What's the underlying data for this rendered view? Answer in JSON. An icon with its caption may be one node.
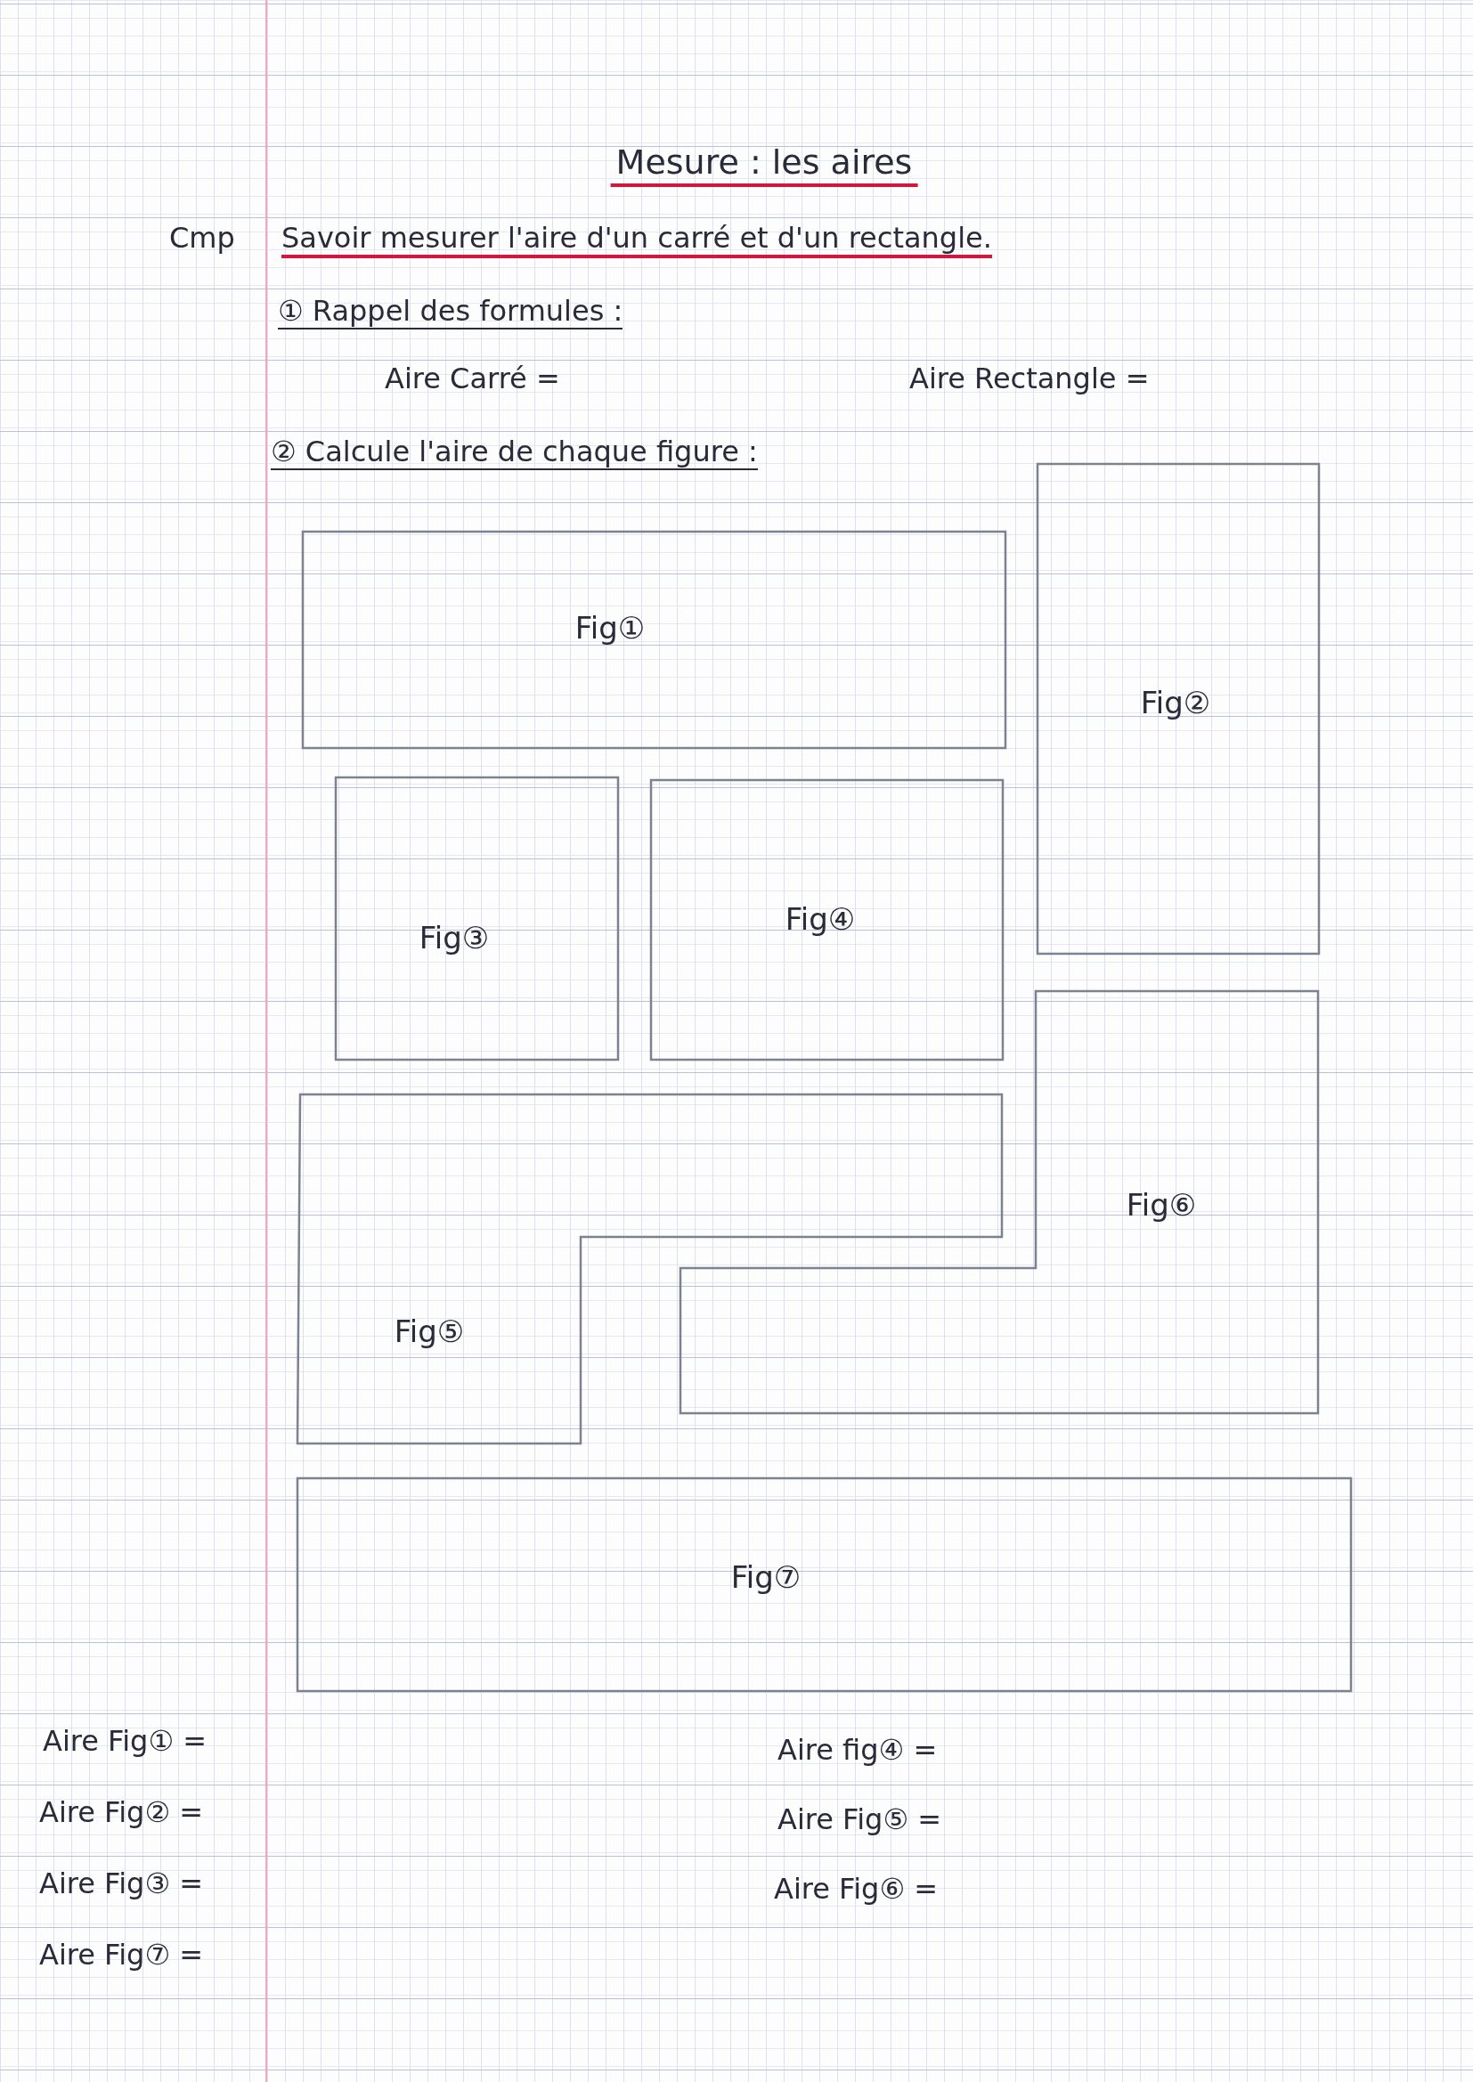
{
  "diagram": {
    "title": "Mesure : les aires",
    "nodes": [
      {
        "text": [
          "Fig①"
        ]
      },
      {
        "text": [
          "Fig②"
        ]
      },
      {
        "text": [
          "Fig③"
        ]
      },
      {
        "text": [
          "Fig④"
        ]
      },
      {
        "text": [
          "Fig⑤"
        ]
      },
      {
        "text": [
          "Fig⑥"
        ]
      },
      {
        "text": [
          "Fig⑦"
        ]
      }
    ],
    "labels": [
      "Cmp",
      "Savoir mesurer l'aire d'un carré et d'un rectangle.",
      "① Rappel des formules :",
      "Aire Carré =",
      "Aire Rectangle =",
      "② Calcule l'aire de chaque figure :",
      "Aire Fig① =",
      "Aire fig④ =",
      "Aire Fig② =",
      "Aire Fig⑤ =",
      "Aire Fig③ =",
      "Aire Fig⑥ =",
      "Aire Fig⑦ ="
    ]
  }
}
